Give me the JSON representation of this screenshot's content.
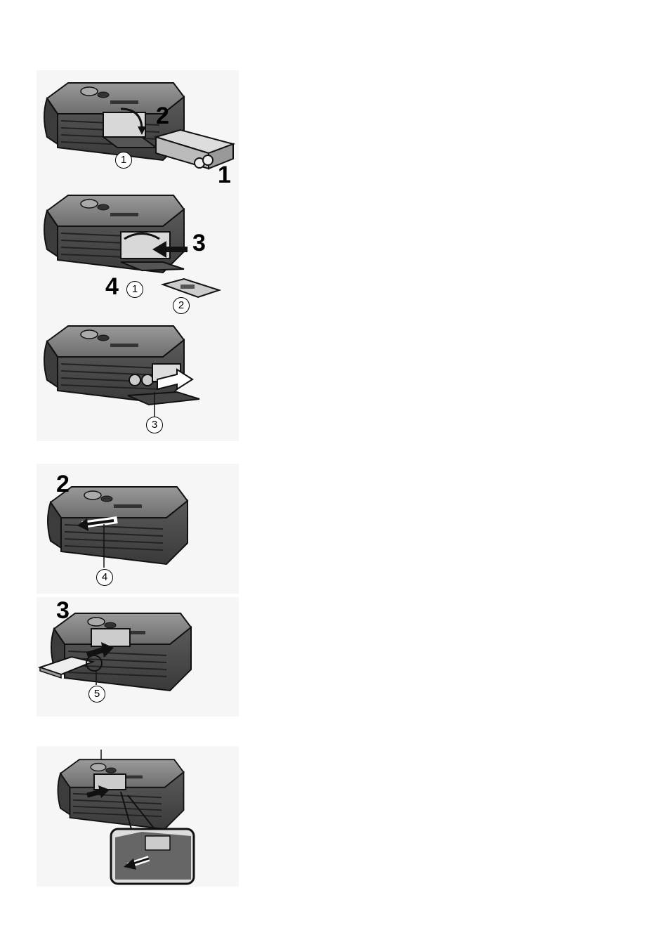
{
  "figures": [
    {
      "steps": [
        "2",
        "1"
      ],
      "callouts": [
        "1"
      ]
    },
    {
      "steps": [
        "3",
        "4"
      ],
      "callouts": [
        "1",
        "2"
      ]
    },
    {
      "steps": [],
      "callouts": [
        "3"
      ]
    },
    {
      "steps": [
        "2"
      ],
      "callouts": [
        "4"
      ]
    },
    {
      "steps": [
        "3"
      ],
      "callouts": [
        "5"
      ]
    },
    {
      "steps": [],
      "callouts": []
    }
  ],
  "colors": {
    "outline": "#111111",
    "body_dark": "#4a4a4a",
    "body_mid": "#7a7a7a",
    "body_light": "#bdbdbd",
    "panel_bg": "#f6f6f6"
  },
  "icons": [
    "camera-illustration",
    "battery-pack-illustration",
    "battery-cover-illustration",
    "memory-card-illustration",
    "arrow-icon"
  ]
}
